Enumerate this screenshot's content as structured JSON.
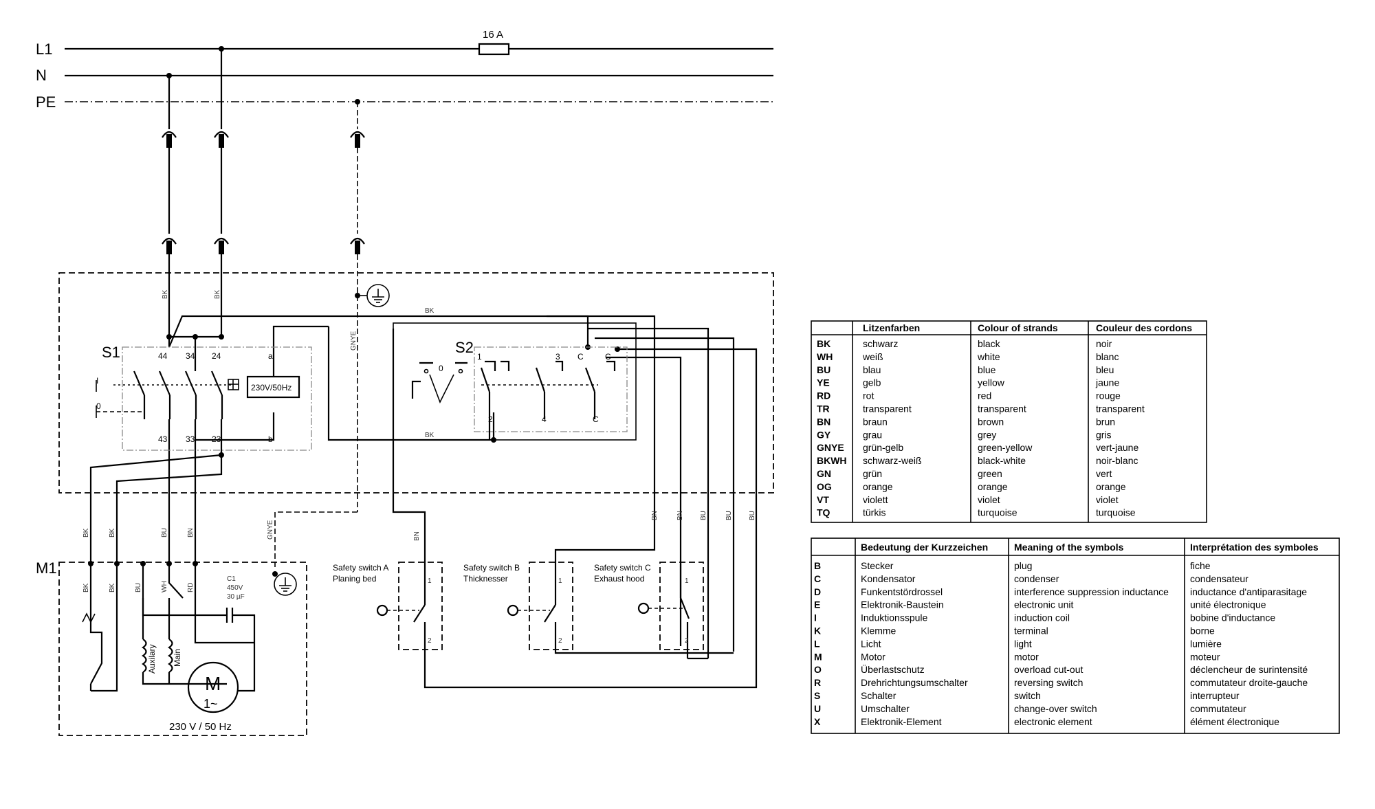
{
  "lines": {
    "l1": "L1",
    "n": "N",
    "pe": "PE",
    "fuse": "16 A"
  },
  "s1": {
    "label": "S1",
    "top": [
      "44",
      "34",
      "24"
    ],
    "bottom": [
      "43",
      "33",
      "23"
    ],
    "pos_on": "I",
    "pos_off": "0",
    "coil": "230V/50Hz",
    "a": "a",
    "b": "b"
  },
  "s2": {
    "label": "S2",
    "pins_top": [
      "1",
      "3",
      "C",
      "C"
    ],
    "pins_bottom": [
      "2",
      "4",
      "C"
    ],
    "pos": "0"
  },
  "wires": {
    "bk": "BK",
    "bu": "BU",
    "bn": "BN",
    "wh": "WH",
    "rd": "RD",
    "gnye": "GNYE"
  },
  "motor": {
    "label": "M1",
    "aux": "Auxilary",
    "main": "Main",
    "m": "M",
    "phase": "1~",
    "rating": "230 V / 50 Hz",
    "cap": [
      "C1",
      "450V",
      "30 µF"
    ]
  },
  "safety": [
    {
      "line1": "Safety switch A",
      "line2": "Planing bed",
      "p1": "1",
      "p2": "2"
    },
    {
      "line1": "Safety switch B",
      "line2": "Thicknesser",
      "p1": "1",
      "p2": "2"
    },
    {
      "line1": "Safety switch C",
      "line2": "Exhaust hood",
      "p1": "1",
      "p2": "2"
    }
  ],
  "colours_table": {
    "headers": [
      "",
      "Litzenfarben",
      "Colour of strands",
      "Couleur des cordons"
    ],
    "rows": [
      [
        "BK",
        "schwarz",
        "black",
        "noir"
      ],
      [
        "WH",
        "weiß",
        "white",
        "blanc"
      ],
      [
        "BU",
        "blau",
        "blue",
        "bleu"
      ],
      [
        "YE",
        "gelb",
        "yellow",
        "jaune"
      ],
      [
        "RD",
        "rot",
        "red",
        "rouge"
      ],
      [
        "TR",
        "transparent",
        "transparent",
        "transparent"
      ],
      [
        "BN",
        "braun",
        "brown",
        "brun"
      ],
      [
        "GY",
        "grau",
        "grey",
        "gris"
      ],
      [
        "GNYE",
        "grün-gelb",
        "green-yellow",
        "vert-jaune"
      ],
      [
        "BKWH",
        "schwarz-weiß",
        "black-white",
        "noir-blanc"
      ],
      [
        "GN",
        "grün",
        "green",
        "vert"
      ],
      [
        "OG",
        "orange",
        "orange",
        "orange"
      ],
      [
        "VT",
        "violett",
        "violet",
        "violet"
      ],
      [
        "TQ",
        "türkis",
        "turquoise",
        "turquoise"
      ]
    ]
  },
  "symbols_table": {
    "headers": [
      "",
      "Bedeutung der Kurzzeichen",
      "Meaning of the symbols",
      "Interprétation des symboles"
    ],
    "rows": [
      [
        "B",
        "Stecker",
        "plug",
        "fiche"
      ],
      [
        "C",
        "Kondensator",
        "condenser",
        "condensateur"
      ],
      [
        "D",
        "Funkentstördrossel",
        "interference suppression inductance",
        "inductance d'antiparasitage"
      ],
      [
        "E",
        "Elektronik-Baustein",
        "electronic unit",
        "unité électronique"
      ],
      [
        "I",
        "Induktionsspule",
        "induction coil",
        "bobine d'inductance"
      ],
      [
        "K",
        "Klemme",
        "terminal",
        "borne"
      ],
      [
        "L",
        "Licht",
        "light",
        "lumière"
      ],
      [
        "M",
        "Motor",
        "motor",
        "moteur"
      ],
      [
        "O",
        "Überlastschutz",
        "overload cut-out",
        "déclencheur de surintensité"
      ],
      [
        "R",
        "Drehrichtungsumschalter",
        "reversing switch",
        "commutateur droite-gauche"
      ],
      [
        "S",
        "Schalter",
        "switch",
        "interrupteur"
      ],
      [
        "U",
        "Umschalter",
        "change-over switch",
        "commutateur"
      ],
      [
        "X",
        "Elektronik-Element",
        "electronic element",
        "élément électronique"
      ]
    ]
  }
}
